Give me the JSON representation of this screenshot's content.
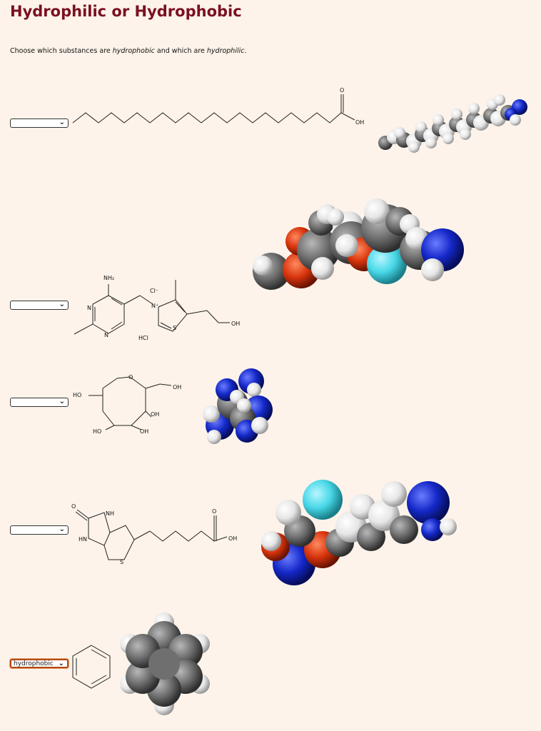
{
  "title": "Hydrophilic or Hydrophobic",
  "instructions": {
    "prefix": "Choose which substances are ",
    "term1": "hydrophobic",
    "middle": " and which are ",
    "term2": "hydrophilic",
    "suffix": "."
  },
  "questions": [
    {
      "selected": ""
    },
    {
      "selected": ""
    },
    {
      "selected": ""
    },
    {
      "selected": ""
    },
    {
      "selected": "hydrophobic"
    }
  ],
  "labels": {
    "o": "O",
    "oh": "OH",
    "ho": "HO",
    "nh2": "NH₂",
    "n": "N",
    "nplus": "N⁺",
    "s": "S",
    "cl": "Cl⁻",
    "hcl": "HCl",
    "nh": "NH",
    "hn": "HN"
  },
  "colors": {
    "background": "#fdf3ea",
    "title": "#7a1020",
    "carbon": "#6f6f6f",
    "hydrogen": "#f2f2f2",
    "nitrogen": "#1428c8",
    "oxygen": "#d8340c",
    "sulfur": "#48d8e8"
  }
}
